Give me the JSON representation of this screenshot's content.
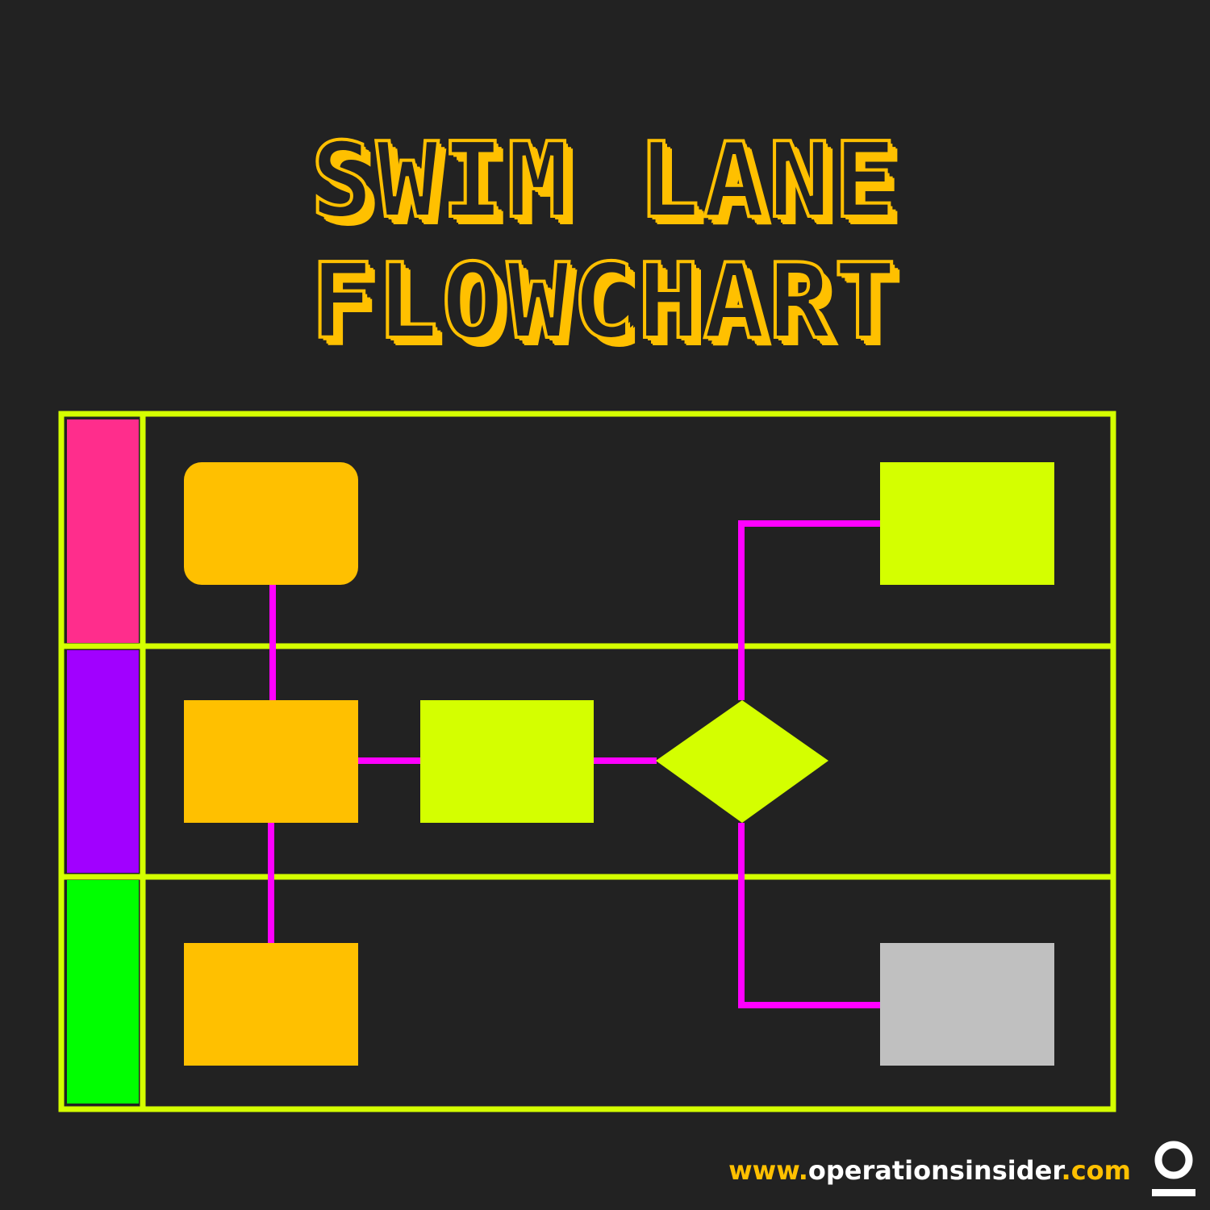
{
  "title": {
    "line1": "SWIM LANE",
    "line2": "FLOWCHART"
  },
  "colors": {
    "background": "#222222",
    "title": "#FFC000",
    "grid": "#D4FF00",
    "lane_1": "#FF2D8C",
    "lane_2": "#A100FF",
    "lane_3": "#00FF00",
    "orange_box": "#FFC000",
    "lime_box": "#D4FF00",
    "gray_box": "#C0C0C0",
    "connector": "#FF00FF"
  },
  "footer": {
    "prefix": "www.",
    "domain": "operationsinsider",
    "suffix": ".com"
  },
  "icons": {
    "logo": "operations-insider-logo-icon"
  }
}
